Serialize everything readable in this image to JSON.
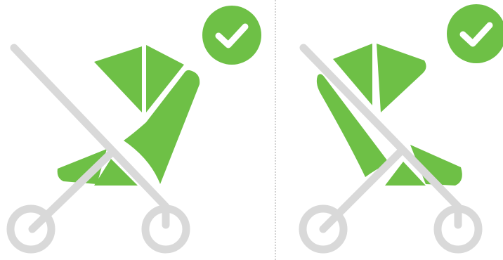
{
  "colors": {
    "green": "#6ec046",
    "frame": "#d9d9d9",
    "background": "#ffffff",
    "divider": "#d2d2d2"
  },
  "panels": [
    {
      "position": "left",
      "icon": "stroller-forward-facing-icon",
      "status_icon": "checkmark-icon",
      "status": "approved"
    },
    {
      "position": "right",
      "icon": "stroller-parent-facing-icon",
      "status_icon": "checkmark-icon",
      "status": "approved"
    }
  ]
}
